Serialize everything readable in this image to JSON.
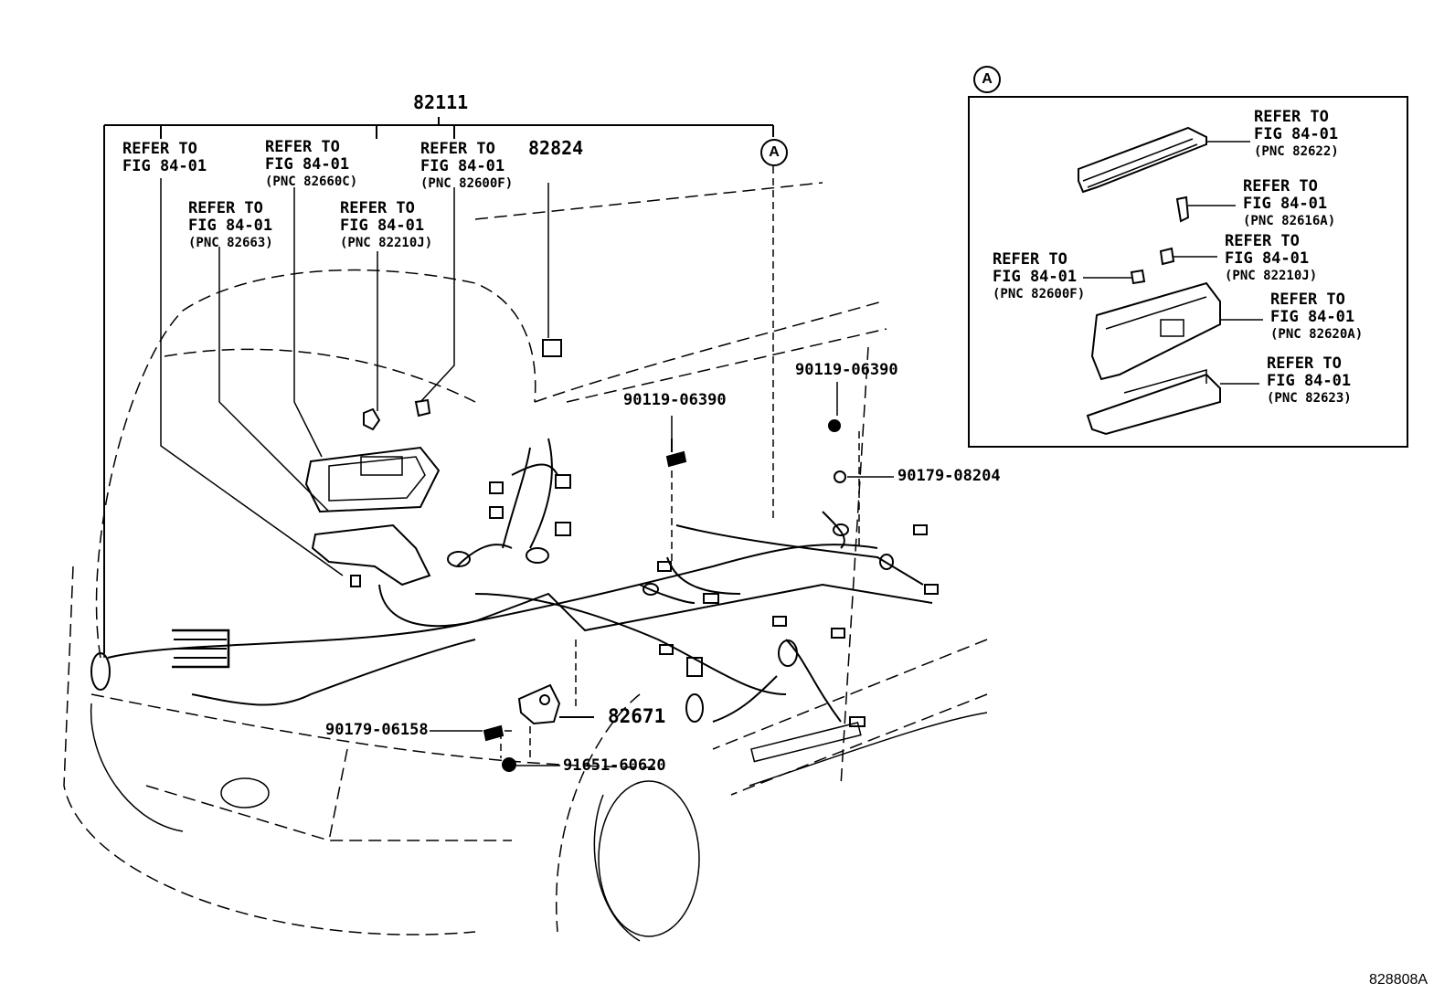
{
  "main_part_number": "82111",
  "sub_part_number": "82824",
  "bracket_part_number": "82671",
  "callout_letter": "A",
  "figure_id": "828808A",
  "refer_blocks": [
    {
      "line1": "REFER TO",
      "line2": "FIG 84-01",
      "pnc": ""
    },
    {
      "line1": "REFER TO",
      "line2": "FIG 84-01",
      "pnc": "(PNC 82660C)"
    },
    {
      "line1": "REFER TO",
      "line2": "FIG 84-01",
      "pnc": "(PNC 82600F)"
    },
    {
      "line1": "REFER TO",
      "line2": "FIG 84-01",
      "pnc": "(PNC 82663)"
    },
    {
      "line1": "REFER TO",
      "line2": "FIG 84-01",
      "pnc": "(PNC 82210J)"
    }
  ],
  "inset_refer_blocks": [
    {
      "line1": "REFER TO",
      "line2": "FIG 84-01",
      "pnc": "(PNC 82622)"
    },
    {
      "line1": "REFER TO",
      "line2": "FIG 84-01",
      "pnc": "(PNC 82616A)"
    },
    {
      "line1": "REFER TO",
      "line2": "FIG 84-01",
      "pnc": "(PNC 82210J)"
    },
    {
      "line1": "REFER TO",
      "line2": "FIG 84-01",
      "pnc": "(PNC 82600F)"
    },
    {
      "line1": "REFER TO",
      "line2": "FIG 84-01",
      "pnc": "(PNC 82620A)"
    },
    {
      "line1": "REFER TO",
      "line2": "FIG 84-01",
      "pnc": "(PNC 82623)"
    }
  ],
  "fasteners": [
    "90119-06390",
    "90119-06390",
    "90179-08204",
    "90179-06158",
    "91651-60620"
  ]
}
